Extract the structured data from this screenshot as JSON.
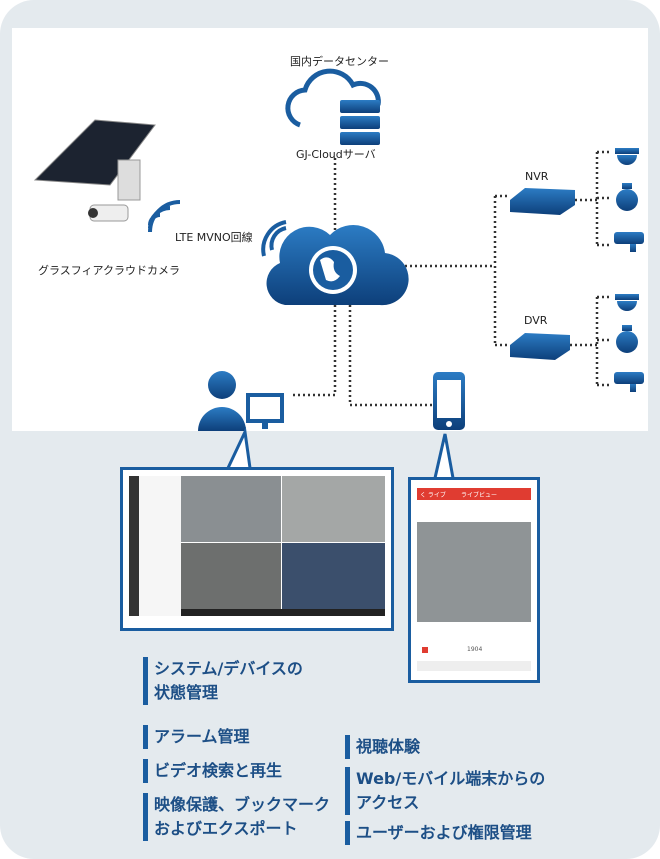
{
  "diagram": {
    "datacenter_label": "国内データセンター",
    "server_label": "GJ-Cloudサーバ",
    "camera_label": "グラスフィアクラウドカメラ",
    "lte_label": "LTE MVNO回線",
    "nvr_label": "NVR",
    "dvr_label": "DVR"
  },
  "phone_app": {
    "back": "く ライブ",
    "title": "ライブビュー",
    "quality": "1904"
  },
  "features": {
    "left": [
      "システム/デバイスの\n状態管理",
      "アラーム管理",
      "ビデオ検索と再生",
      "映像保護、ブックマーク\nおよびエクスポート"
    ],
    "right": [
      "視聴体験",
      "Web/モバイル端末からの\nアクセス",
      "ユーザーおよび権限管理"
    ]
  },
  "colors": {
    "accent": "#1a5da0",
    "text": "#1d4f86",
    "bg": "#e4eaee"
  }
}
